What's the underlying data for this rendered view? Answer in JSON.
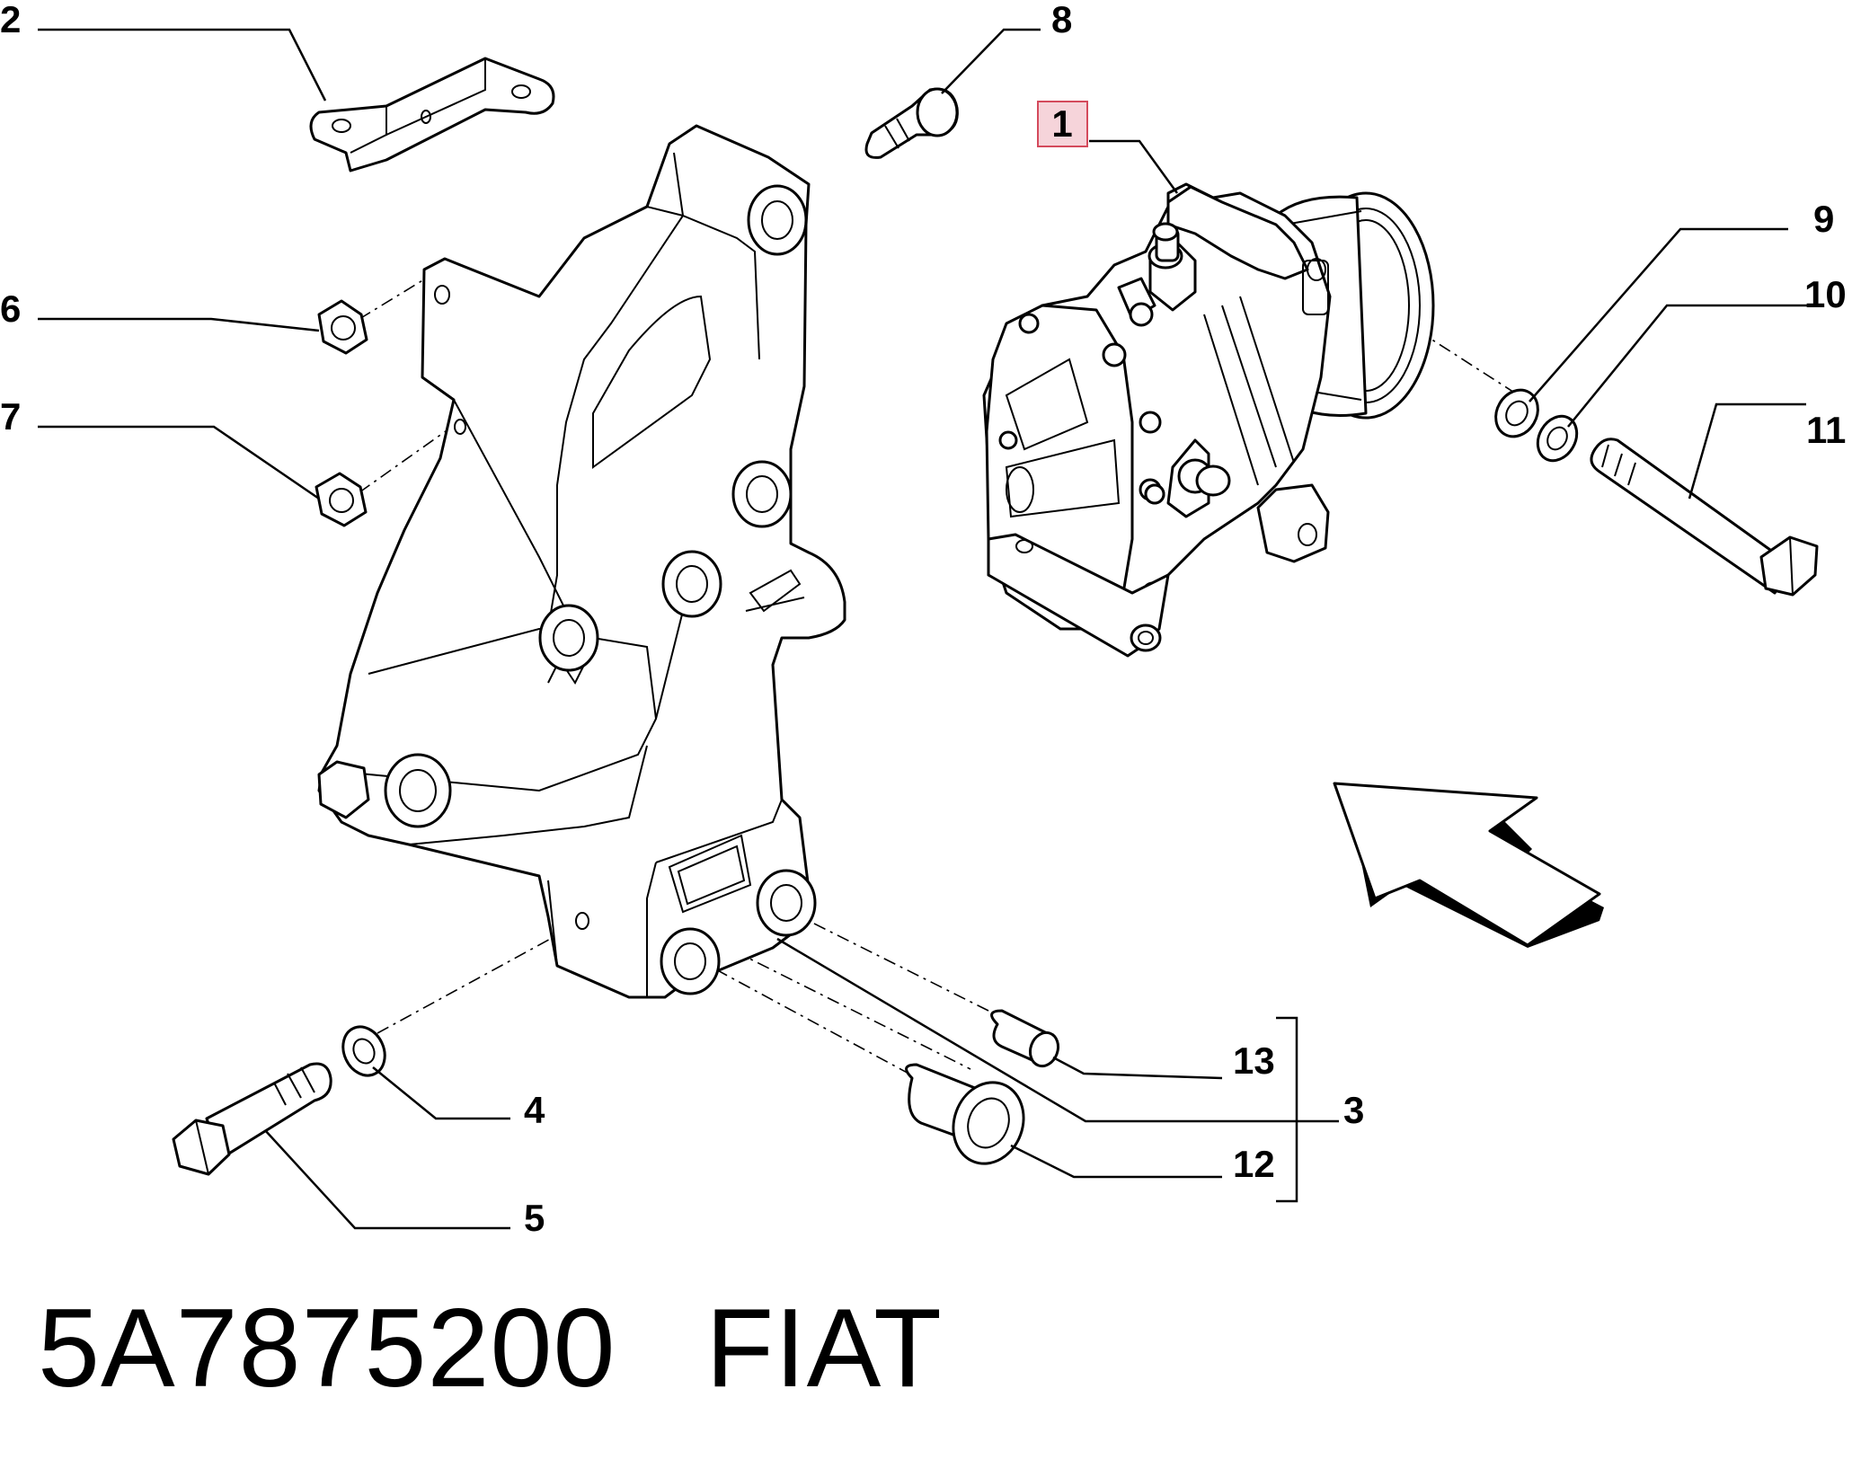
{
  "callouts": {
    "c1": "1",
    "c2": "2",
    "c3": "3",
    "c4": "4",
    "c5": "5",
    "c6": "6",
    "c7": "7",
    "c8": "8",
    "c9": "9",
    "c10": "10",
    "c11": "11",
    "c12": "12",
    "c13": "13"
  },
  "footer": {
    "part_number": "5A7875200",
    "brand": "FIAT"
  },
  "colors": {
    "highlight_fill": "#f6d4da",
    "highlight_stroke": "#d44a5c",
    "ink": "#000000",
    "background": "#ffffff"
  }
}
